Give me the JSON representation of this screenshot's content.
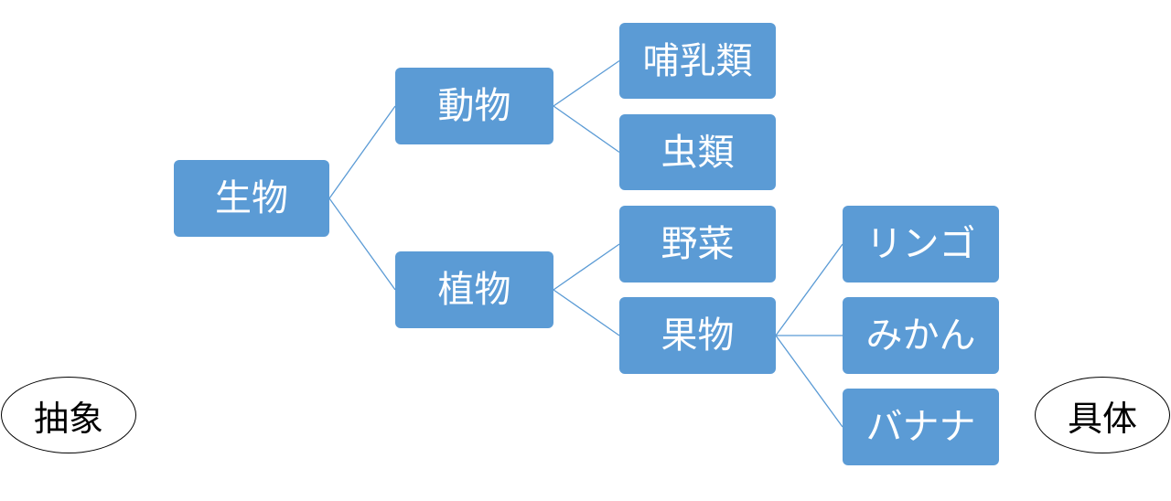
{
  "diagram": {
    "nodes": {
      "life": "生物",
      "animal": "動物",
      "plant": "植物",
      "mammal": "哺乳類",
      "insect": "虫類",
      "vegetable": "野菜",
      "fruit": "果物",
      "apple": "リンゴ",
      "mikan": "みかん",
      "banana": "バナナ"
    },
    "edges": [
      [
        "life",
        "animal"
      ],
      [
        "life",
        "plant"
      ],
      [
        "animal",
        "mammal"
      ],
      [
        "animal",
        "insect"
      ],
      [
        "plant",
        "vegetable"
      ],
      [
        "plant",
        "fruit"
      ],
      [
        "fruit",
        "apple"
      ],
      [
        "fruit",
        "mikan"
      ],
      [
        "fruit",
        "banana"
      ]
    ],
    "labels": {
      "abstract": "抽象",
      "concrete": "具体"
    },
    "colors": {
      "node_fill": "#5b9bd5",
      "node_text": "#ffffff",
      "connector": "#5b9bd5",
      "label_border": "#000000"
    }
  }
}
